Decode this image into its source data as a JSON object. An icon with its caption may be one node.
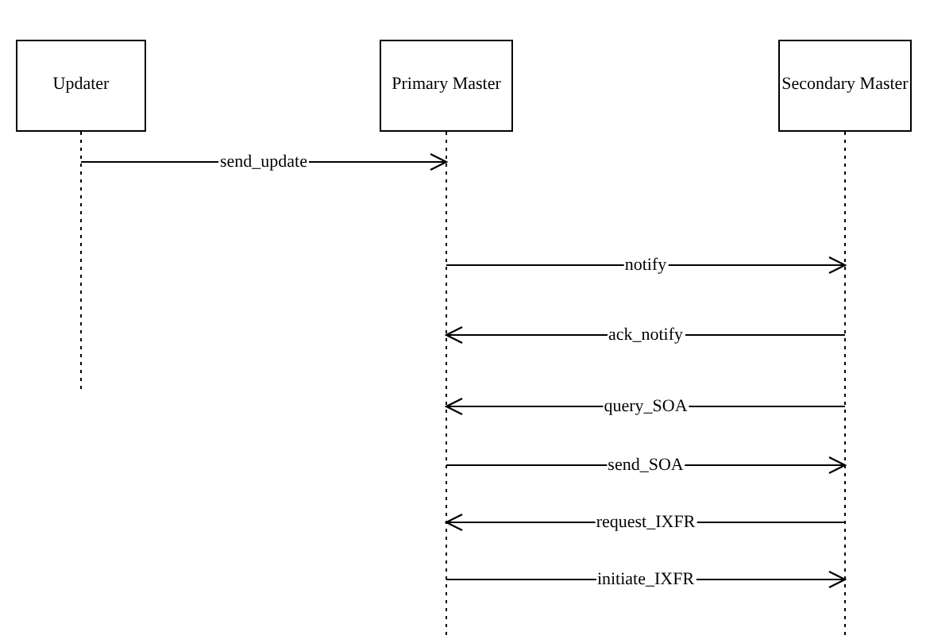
{
  "diagram": {
    "nodes": [
      {
        "text": [
          "Updater"
        ]
      },
      {
        "text": [
          "Primary Master"
        ]
      },
      {
        "text": [
          "Secondary Master"
        ]
      }
    ],
    "edges": [
      {
        "from": 0,
        "to": 1,
        "arrow": "to",
        "label": "send_update"
      },
      {
        "from": 1,
        "to": 2,
        "arrow": "to",
        "label": "notify"
      },
      {
        "from": 2,
        "to": 1,
        "arrow": "to",
        "label": "ack_notify"
      },
      {
        "from": 2,
        "to": 1,
        "arrow": "to",
        "label": "query_SOA"
      },
      {
        "from": 1,
        "to": 2,
        "arrow": "to",
        "label": "send_SOA"
      },
      {
        "from": 2,
        "to": 1,
        "arrow": "to",
        "label": "request_IXFR"
      },
      {
        "from": 1,
        "to": 2,
        "arrow": "to",
        "label": "initiate_IXFR"
      }
    ]
  }
}
